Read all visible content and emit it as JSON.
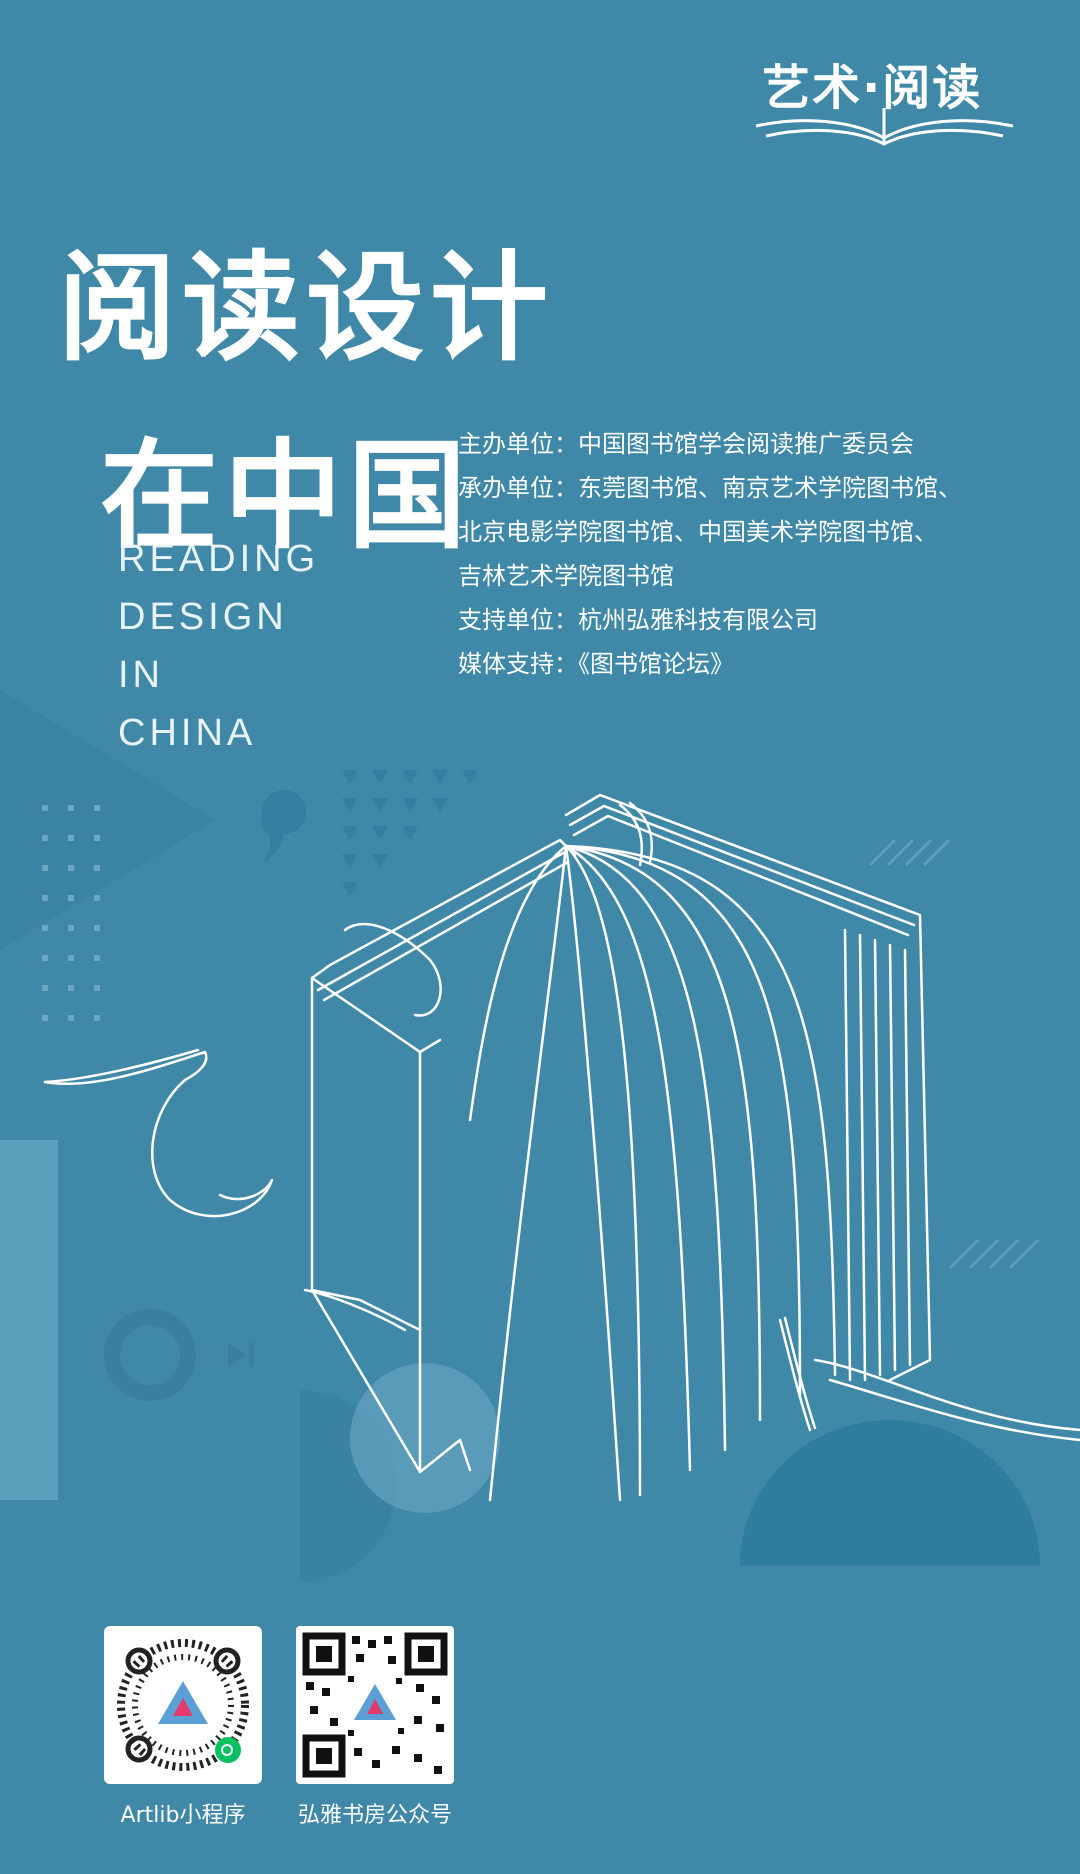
{
  "brand": {
    "logo_text": "艺术·阅读"
  },
  "title": {
    "line1": "阅读设计",
    "line2": "在中国",
    "english": [
      "READING",
      "DESIGN",
      "IN",
      "CHINA"
    ]
  },
  "info": {
    "lines": [
      "主办单位：中国图书馆学会阅读推广委员会",
      "承办单位：东莞图书馆、南京艺术学院图书馆、",
      "北京电影学院图书馆、中国美术学院图书馆、",
      "吉林艺术学院图书馆",
      "支持单位：杭州弘雅科技有限公司",
      "媒体支持：《图书馆论坛》"
    ]
  },
  "qr_codes": [
    {
      "label": "Artlib小程序",
      "icon": "mini-program-code"
    },
    {
      "label": "弘雅书房公众号",
      "icon": "qr-code"
    }
  ],
  "colors": {
    "background": "#3f88a7",
    "accent_dark": "#2f7d9e",
    "accent_light": "#5aa0bd",
    "line": "#ffffff"
  }
}
